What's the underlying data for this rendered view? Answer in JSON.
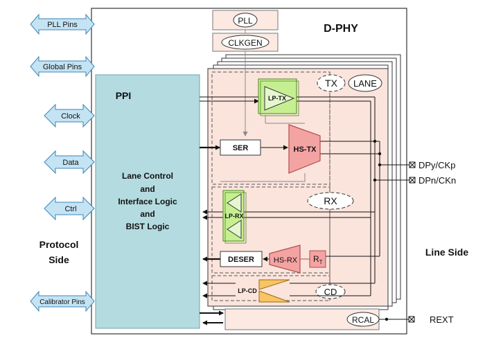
{
  "title": "D-PHY",
  "side_pins": [
    {
      "id": "pll-pins",
      "label": "PLL Pins"
    },
    {
      "id": "global-pins",
      "label": "Global Pins"
    },
    {
      "id": "clock",
      "label": "Clock"
    },
    {
      "id": "data",
      "label": "Data"
    },
    {
      "id": "ctrl",
      "label": "Ctrl"
    },
    {
      "id": "calibrator-pins",
      "label": "Calibrator Pins"
    }
  ],
  "protocol_side": {
    "line1": "Protocol",
    "line2": "Side"
  },
  "line_side": "Line Side",
  "ppi": {
    "title": "PPI",
    "lines": [
      "Lane Control",
      "and",
      "Interface Logic",
      "and",
      "BIST Logic"
    ]
  },
  "top_blocks": {
    "pll": "PLL",
    "clkgen": "CLKGEN"
  },
  "lane": {
    "lane_label": "LANE",
    "tx_label": "TX",
    "rx_label": "RX",
    "cd_label": "CD",
    "lp_tx": "LP-TX",
    "ser": "SER",
    "hs_tx": "HS-TX",
    "lp_rx": "LP-RX",
    "deser": "DESER",
    "hs_rx": "HS-RX",
    "rt": "R",
    "rt_sub": "T",
    "lp_cd": "LP-CD"
  },
  "rcal": "RCAL",
  "pins": {
    "dp": "DPy/CKp",
    "dn": "DPn/CKn",
    "rext": "REXT"
  },
  "colors": {
    "pin_fill": "#c4e3f3",
    "pin_stroke": "#3d86b8",
    "ppi_fill": "#b4dbe0",
    "lane_fill": "#fbe4dc",
    "block_fill": "#fce9e2",
    "hs_fill": "#f4a3a3",
    "lp_fill": "#c6ef92",
    "lpcd_fill": "#f8c464"
  }
}
